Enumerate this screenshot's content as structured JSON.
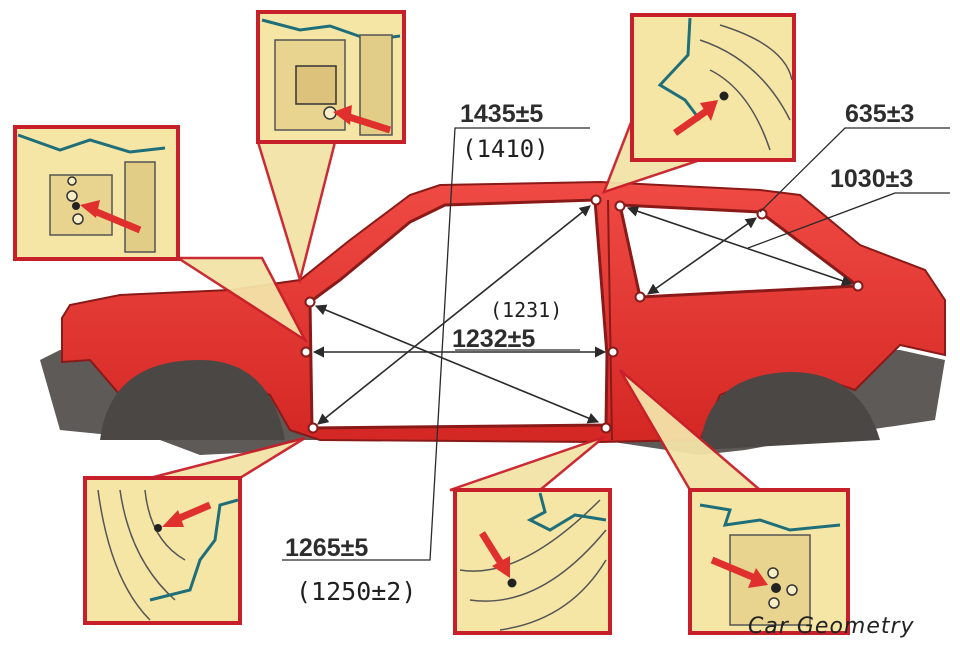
{
  "dimensions": {
    "d1": "1435±5",
    "d1_note": "(1410)",
    "d2": "635±3",
    "d3": "1030±3",
    "d4": "1232±5",
    "d4_note": "(1231)",
    "d5": "1265±5",
    "d5_note": "(1250±2)"
  },
  "watermark": "Car Geometry",
  "colors": {
    "body": "#e8332f",
    "inset_border": "#c8202a",
    "inset_fill": "#f6e6a6",
    "arrow": "#e0302e"
  }
}
